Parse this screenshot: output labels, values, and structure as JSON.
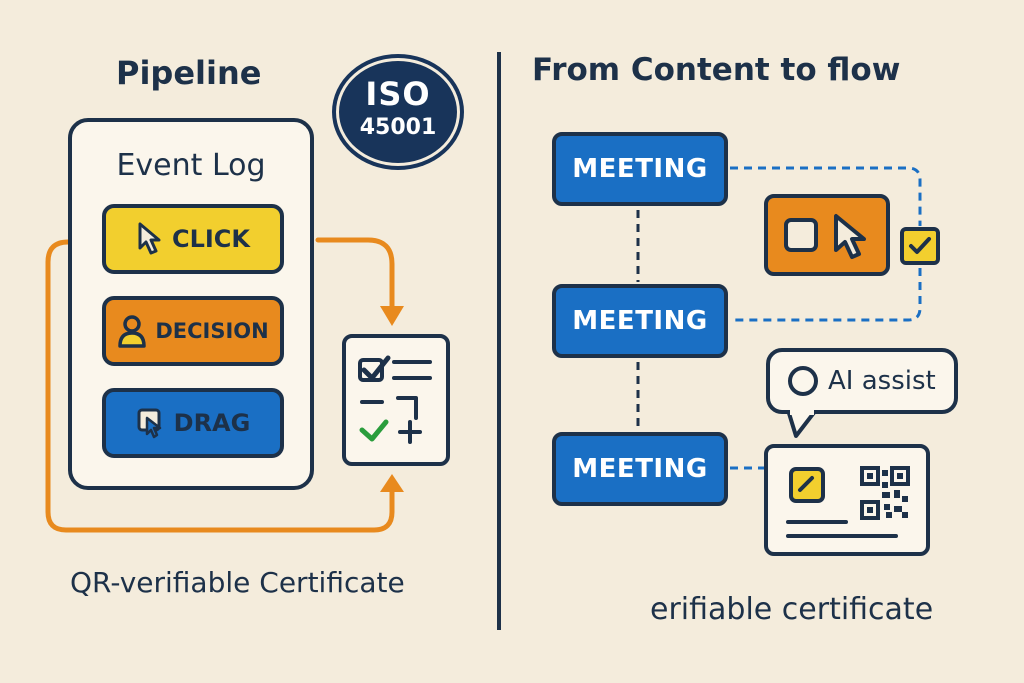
{
  "left": {
    "title": "Pipeline",
    "badge": {
      "line1": "ISO",
      "line2": "45001"
    },
    "panel": {
      "title": "Event Log",
      "events": [
        {
          "label": "CLICK"
        },
        {
          "label": "DECISION"
        },
        {
          "label": "DRAG"
        }
      ]
    },
    "caption": "QR-verifiable Certificate"
  },
  "right": {
    "title": "From Content to flow",
    "meetings": [
      {
        "label": "MEETING"
      },
      {
        "label": "MEETING"
      },
      {
        "label": "MEETING"
      }
    ],
    "assist_label": "AI assist",
    "caption": "erifiable certificate"
  },
  "colors": {
    "background": "#f4ecdc",
    "navy": "#1d3149",
    "badge": "#18345a",
    "blue": "#1a6fc4",
    "orange": "#e88a1e",
    "yellow": "#f2cf2e",
    "green": "#2a9d3c"
  },
  "icons": [
    "cursor-icon",
    "person-icon",
    "drag-icon",
    "checklist-icon",
    "checkbox-icon",
    "pointer-icon",
    "check-icon",
    "chat-bubble-icon",
    "qr-code-icon"
  ]
}
